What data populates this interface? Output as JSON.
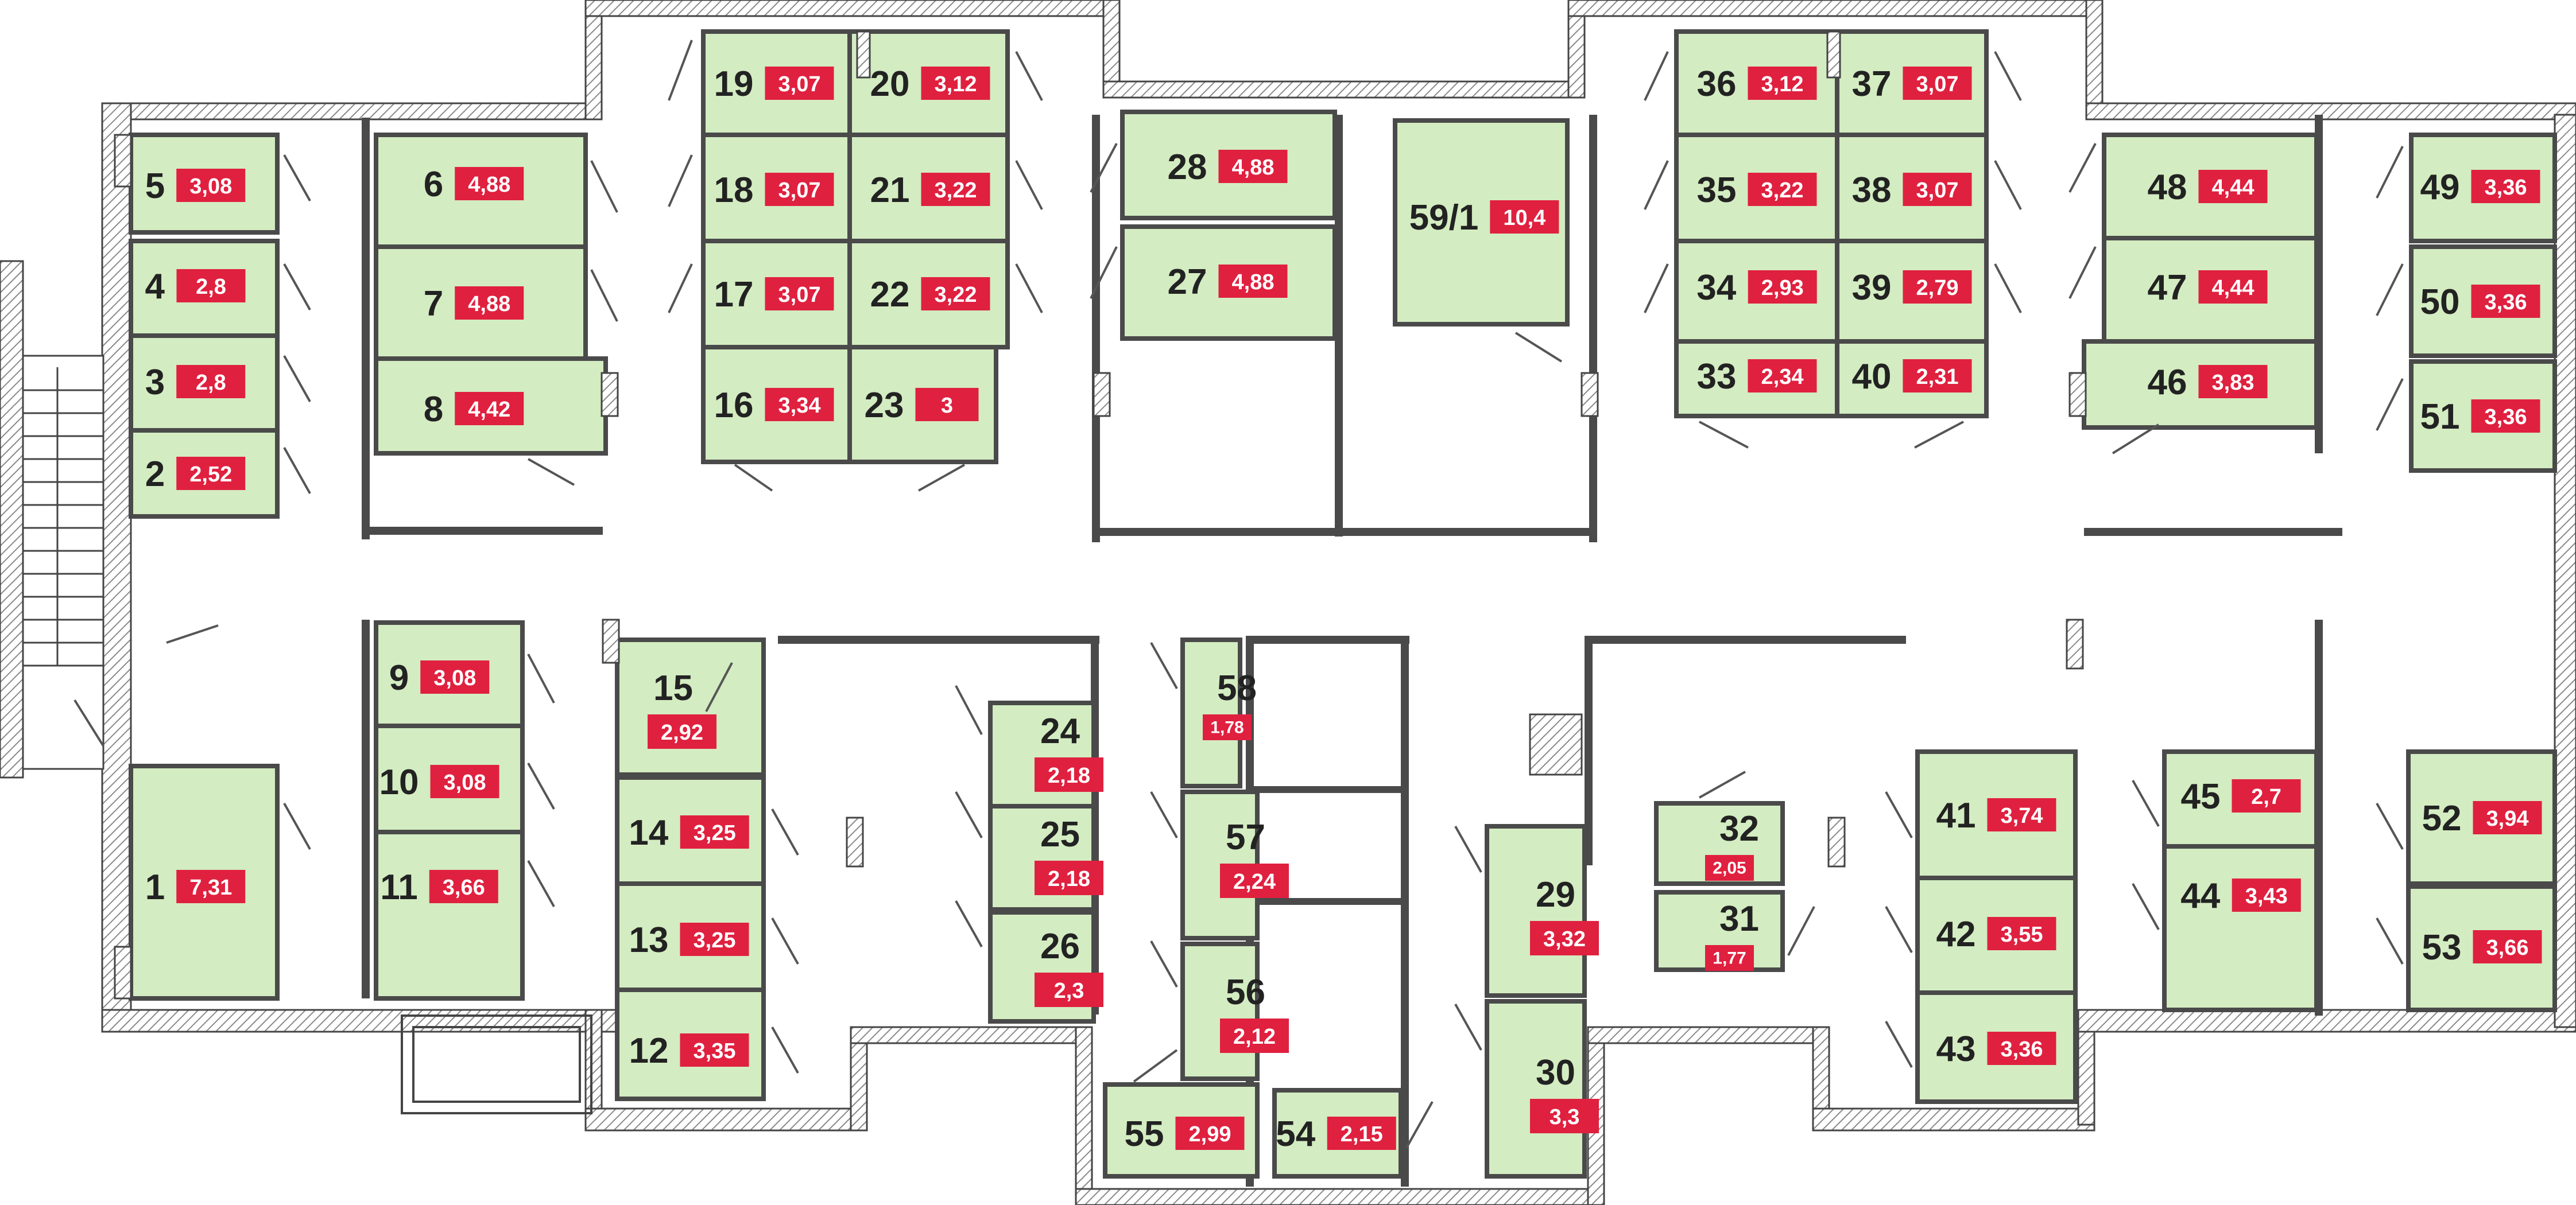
{
  "colors": {
    "unit_fill": "#d3ecc1",
    "badge": "#e0203f",
    "wall": "#444444",
    "hatch": "#8a8a8a",
    "number_text": "#222222",
    "badge_text": "#ffffff"
  },
  "units": [
    {
      "id": "u5",
      "number": "5",
      "area": "3,08"
    },
    {
      "id": "u4",
      "number": "4",
      "area": "2,8"
    },
    {
      "id": "u3",
      "number": "3",
      "area": "2,8"
    },
    {
      "id": "u2",
      "number": "2",
      "area": "2,52"
    },
    {
      "id": "u6",
      "number": "6",
      "area": "4,88"
    },
    {
      "id": "u7",
      "number": "7",
      "area": "4,88"
    },
    {
      "id": "u8",
      "number": "8",
      "area": "4,42"
    },
    {
      "id": "u19",
      "number": "19",
      "area": "3,07"
    },
    {
      "id": "u20",
      "number": "20",
      "area": "3,12"
    },
    {
      "id": "u18",
      "number": "18",
      "area": "3,07"
    },
    {
      "id": "u21",
      "number": "21",
      "area": "3,22"
    },
    {
      "id": "u17",
      "number": "17",
      "area": "3,07"
    },
    {
      "id": "u22",
      "number": "22",
      "area": "3,22"
    },
    {
      "id": "u16",
      "number": "16",
      "area": "3,34"
    },
    {
      "id": "u23",
      "number": "23",
      "area": "3"
    },
    {
      "id": "u28",
      "number": "28",
      "area": "4,88"
    },
    {
      "id": "u27",
      "number": "27",
      "area": "4,88"
    },
    {
      "id": "u59_1",
      "number": "59/1",
      "area": "10,4"
    },
    {
      "id": "u36",
      "number": "36",
      "area": "3,12"
    },
    {
      "id": "u37",
      "number": "37",
      "area": "3,07"
    },
    {
      "id": "u35",
      "number": "35",
      "area": "3,22"
    },
    {
      "id": "u38",
      "number": "38",
      "area": "3,07"
    },
    {
      "id": "u34",
      "number": "34",
      "area": "2,93"
    },
    {
      "id": "u39",
      "number": "39",
      "area": "2,79"
    },
    {
      "id": "u33",
      "number": "33",
      "area": "2,34"
    },
    {
      "id": "u40",
      "number": "40",
      "area": "2,31"
    },
    {
      "id": "u48",
      "number": "48",
      "area": "4,44"
    },
    {
      "id": "u47",
      "number": "47",
      "area": "4,44"
    },
    {
      "id": "u46",
      "number": "46",
      "area": "3,83"
    },
    {
      "id": "u49",
      "number": "49",
      "area": "3,36"
    },
    {
      "id": "u50",
      "number": "50",
      "area": "3,36"
    },
    {
      "id": "u51",
      "number": "51",
      "area": "3,36"
    },
    {
      "id": "u1",
      "number": "1",
      "area": "7,31"
    },
    {
      "id": "u9",
      "number": "9",
      "area": "3,08"
    },
    {
      "id": "u10",
      "number": "10",
      "area": "3,08"
    },
    {
      "id": "u11",
      "number": "11",
      "area": "3,66"
    },
    {
      "id": "u15",
      "number": "15",
      "area": "2,92"
    },
    {
      "id": "u14",
      "number": "14",
      "area": "3,25"
    },
    {
      "id": "u13",
      "number": "13",
      "area": "3,25"
    },
    {
      "id": "u12",
      "number": "12",
      "area": "3,35"
    },
    {
      "id": "u24",
      "number": "24",
      "area": "2,18"
    },
    {
      "id": "u25",
      "number": "25",
      "area": "2,18"
    },
    {
      "id": "u26",
      "number": "26",
      "area": "2,3"
    },
    {
      "id": "u58",
      "number": "58",
      "area": "1,78"
    },
    {
      "id": "u57",
      "number": "57",
      "area": "2,24"
    },
    {
      "id": "u56",
      "number": "56",
      "area": "2,12"
    },
    {
      "id": "u55",
      "number": "55",
      "area": "2,99"
    },
    {
      "id": "u54",
      "number": "54",
      "area": "2,15"
    },
    {
      "id": "u29",
      "number": "29",
      "area": "3,32"
    },
    {
      "id": "u30",
      "number": "30",
      "area": "3,3"
    },
    {
      "id": "u32",
      "number": "32",
      "area": "2,05"
    },
    {
      "id": "u31",
      "number": "31",
      "area": "1,77"
    },
    {
      "id": "u41",
      "number": "41",
      "area": "3,74"
    },
    {
      "id": "u42",
      "number": "42",
      "area": "3,55"
    },
    {
      "id": "u43",
      "number": "43",
      "area": "3,36"
    },
    {
      "id": "u45",
      "number": "45",
      "area": "2,7"
    },
    {
      "id": "u44",
      "number": "44",
      "area": "3,43"
    },
    {
      "id": "u52",
      "number": "52",
      "area": "3,94"
    },
    {
      "id": "u53",
      "number": "53",
      "area": "3,66"
    }
  ]
}
